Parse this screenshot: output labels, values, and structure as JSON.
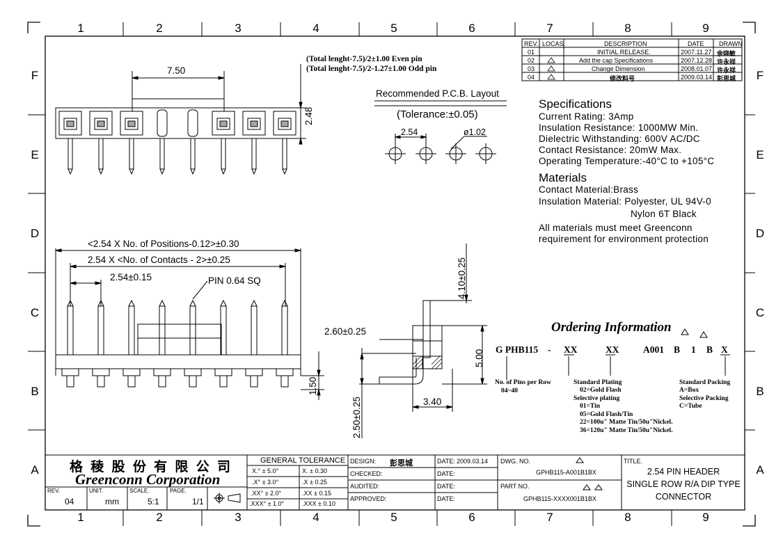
{
  "zones": {
    "columns": [
      "1",
      "2",
      "3",
      "4",
      "5",
      "6",
      "7",
      "8",
      "9"
    ],
    "rows": [
      "F",
      "E",
      "D",
      "C",
      "B",
      "A"
    ]
  },
  "revisions": {
    "headers": [
      "REV.",
      "LOCAS.",
      "DESCRIPTION",
      "DATE",
      "DRAWN"
    ],
    "rows": [
      {
        "rev": "01",
        "desc": "INITIAL RELEASE.",
        "date": "2007.11.27",
        "drawn": "余晓敏"
      },
      {
        "rev": "02",
        "desc": "Add the cap Specifications",
        "date": "2007.12.28",
        "drawn": "许永祥"
      },
      {
        "rev": "03",
        "desc": "Change Dimension",
        "date": "2008.01.07",
        "drawn": "许永祥"
      },
      {
        "rev": "04",
        "desc": "修改料号",
        "date": "2009.03.14",
        "drawn": "彭思城"
      }
    ]
  },
  "notes": {
    "even": "(Total lenght-7.5)/2±1.00  Even pin",
    "odd": "(Total lenght-7.5)/2-1.27±1.00  Odd pin"
  },
  "top_view": {
    "dim_pitch_span": "7.50",
    "dim_height": "2.48"
  },
  "pcb": {
    "title": "Recommended P.C.B. Layout",
    "tolerance": "(Tolerance:±0.05)",
    "pitch": "2.54",
    "hole": "ø1.02"
  },
  "specifications": {
    "heading": "Specifications",
    "lines": [
      "Current Rating: 3Amp",
      "Insulation Resistance:   1000MW Min.",
      "Dielectric Withstanding:   600V AC/DC",
      "Contact Resistance:  20mW Max.",
      "Operating Temperature:-40°C to +105°C"
    ]
  },
  "materials": {
    "heading": "Materials",
    "lines": [
      "Contact Material:Brass",
      "Insulation Material: Polyester, UL 94V-0",
      "Nylon 6T   Black",
      "All materials must meet Greenconn",
      "requirement for environment protection"
    ]
  },
  "front_view": {
    "dim_total": "<2.54 X No. of Positions-0.12>±0.30",
    "dim_contacts": "2.54 X <No. of Contacts - 2>±0.25",
    "dim_pitch": "2.54±0.15",
    "pin_note": "PIN 0.64 SQ",
    "dim_tail": "1.50"
  },
  "side_view": {
    "dim_top": "4.10±0.25",
    "dim_offset": "2.60±0.25",
    "dim_height": "5.00",
    "dim_width": "3.40",
    "dim_bottom": "2.50±0.25"
  },
  "ordering": {
    "title": "Ordering Information",
    "code": [
      "G PHB115",
      "-",
      "XX",
      "XX",
      "A001",
      "B",
      "1",
      "B",
      "X"
    ],
    "pins_label": "No. of Pins per Row",
    "pins_range": "04~40",
    "plating_lines": [
      "Standard Plating",
      "02=Gold Flash",
      "Selective plating",
      "01=Tin",
      "05=Gold Flash/Tin",
      "22=100u\" Matte Tin/50u\"Nickel.",
      "36=120u\" Matte Tin/50u\"Nickel."
    ],
    "packing_lines": [
      "Standard Packing",
      "A=Box",
      "Selective Packing",
      "C=Tube"
    ]
  },
  "title_block": {
    "company_cn": "格 稜 股 份 有 限 公 司",
    "company_en": "Greenconn Corporation",
    "rev_label": "REV.",
    "rev": "04",
    "unit_label": "UNIT.",
    "unit": "mm",
    "scale_label": "SCALE.",
    "scale": "5:1",
    "page_label": "PAGE.",
    "page": "1/1",
    "gen_tol": "GENERAL  TOLERANCE",
    "tol": [
      [
        "X.° ± 5.0°",
        "X.    ± 0.30"
      ],
      [
        ".X° ± 3.0°",
        ".X    ± 0.25"
      ],
      [
        ".XX° ± 2.0°",
        ".XX   ± 0.15"
      ],
      [
        ".XXX° ± 1.0°",
        ".XXX  ± 0.10"
      ]
    ],
    "design_label": "DESIGN:",
    "design": "彭思城",
    "checked_label": "CHECKED:",
    "audited_label": "AUDITED:",
    "approved_label": "APPROVED:",
    "date_label": "DATE:",
    "date": "2009.03.14",
    "dwg_label": "DWG. NO.",
    "dwg": "GPHB115-A001B1BX",
    "part_label": "PART NO.",
    "part": "GPHB115-XXXX001B1BX",
    "title_label": "TITLE.",
    "title": [
      "2.54 PIN HEADER",
      "SINGLE ROW R/A DIP TYPE",
      "CONNECTOR"
    ]
  }
}
